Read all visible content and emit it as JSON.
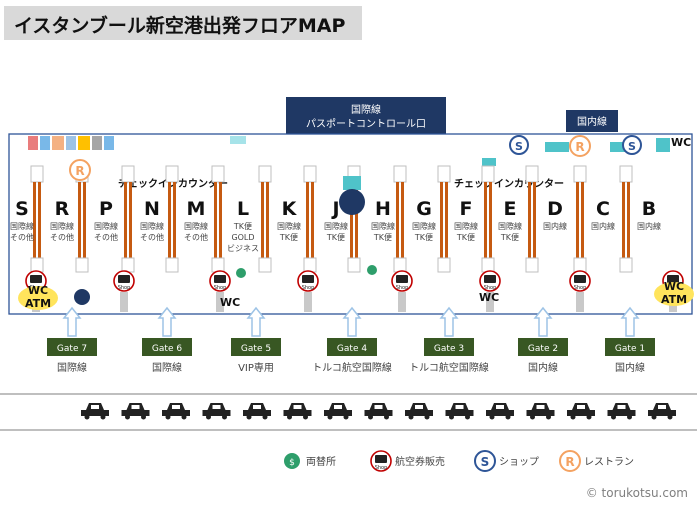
{
  "title": "イスタンブール新空港出発フロアMAP",
  "header_international": {
    "line1": "国際線",
    "line2": "パスポートコントロール口"
  },
  "header_domestic": "国内線",
  "checkin_label": "チェックインカウンター",
  "counters": [
    {
      "letter": "S",
      "sub": [
        "国際線",
        "その他"
      ]
    },
    {
      "letter": "R",
      "sub": [
        "国際線",
        "その他"
      ]
    },
    {
      "letter": "P",
      "sub": [
        "国際線",
        "その他"
      ]
    },
    {
      "letter": "N",
      "sub": [
        "国際線",
        "その他"
      ]
    },
    {
      "letter": "M",
      "sub": [
        "国際線",
        "その他"
      ]
    },
    {
      "letter": "L",
      "sub": [
        "TK便",
        "GOLD",
        "ビジネス"
      ]
    },
    {
      "letter": "K",
      "sub": [
        "国際線",
        "TK便"
      ]
    },
    {
      "letter": "J",
      "sub": [
        "国際線",
        "TK便"
      ]
    },
    {
      "letter": "H",
      "sub": [
        "国際線",
        "TK便"
      ]
    },
    {
      "letter": "G",
      "sub": [
        "国際線",
        "TK便"
      ]
    },
    {
      "letter": "F",
      "sub": [
        "国際線",
        "TK便"
      ]
    },
    {
      "letter": "E",
      "sub": [
        "国際線",
        "TK便"
      ]
    },
    {
      "letter": "D",
      "sub": [
        "国内線"
      ]
    },
    {
      "letter": "C",
      "sub": [
        "国内線"
      ]
    },
    {
      "letter": "B",
      "sub": [
        "国内線"
      ]
    }
  ],
  "facility": {
    "wc": "WC",
    "atm": "ATM",
    "shop": "Shop",
    "s": "S",
    "r": "R"
  },
  "gates": [
    {
      "label": "Gate 7",
      "sub": "国際線"
    },
    {
      "label": "Gate 6",
      "sub": "国際線"
    },
    {
      "label": "Gate 5",
      "sub": "VIP専用"
    },
    {
      "label": "Gate 4",
      "sub": "トルコ航空国際線"
    },
    {
      "label": "Gate 3",
      "sub": "トルコ航空国際線"
    },
    {
      "label": "Gate 2",
      "sub": "国内線"
    },
    {
      "label": "Gate 1",
      "sub": "国内線"
    }
  ],
  "taxi_count": 15,
  "legend": [
    {
      "icon": "exchange-icon",
      "label": "両替所"
    },
    {
      "icon": "ticket-sales-icon",
      "label": "航空券販売"
    },
    {
      "icon": "shop-icon",
      "label": "ショップ"
    },
    {
      "icon": "restaurant-icon",
      "label": "レストラン"
    }
  ],
  "copyright": "© torukotsu.com",
  "colors": {
    "navy": "#1f3864",
    "counter_orange": "#c55a11",
    "gate_green": "#385723",
    "shop_red": "#c00000",
    "s_blue": "#2e5597",
    "r_orange": "#f4a261",
    "atm_yellow": "#ffe45c",
    "arrow_blue": "#9dc3e6",
    "title_bg": "#d9d9d9"
  }
}
